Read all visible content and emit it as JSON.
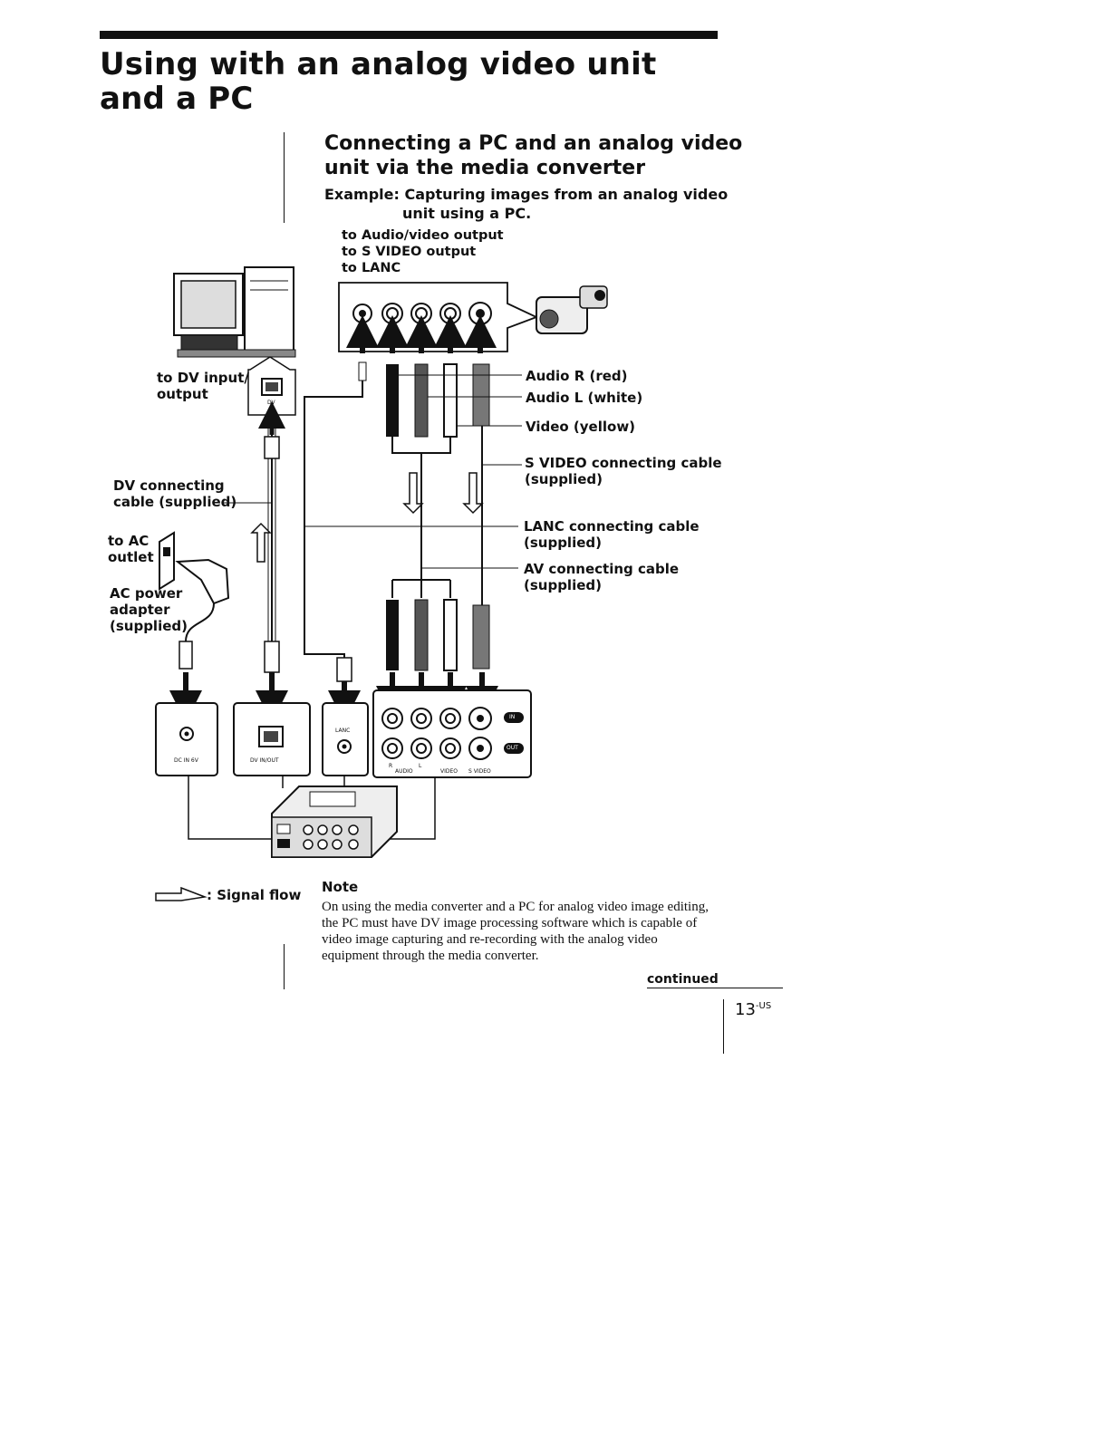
{
  "page": {
    "title_line1": "Using with an analog video unit",
    "title_line2": "and a PC",
    "section_title_line1": "Connecting a PC and an analog video",
    "section_title_line2": "unit via the media converter",
    "example_label": "Example:",
    "example_text_line1": "Capturing images from an analog video",
    "example_text_line2": "unit using a PC."
  },
  "diagram": {
    "to_audio_video": "to Audio/video output",
    "to_s_video": "to S VIDEO output",
    "to_lanc": "to LANC",
    "to_dv_line1": "to DV input/",
    "to_dv_line2": "output",
    "dv_cable_line1": "DV connecting",
    "dv_cable_line2": "cable (supplied)",
    "to_ac_line1": "to AC",
    "to_ac_line2": "outlet",
    "ac_adapter_line1": "AC power",
    "ac_adapter_line2": "adapter",
    "ac_adapter_line3": "(supplied)",
    "audio_r": "Audio R (red)",
    "audio_l": "Audio L (white)",
    "video_yellow": "Video (yellow)",
    "s_video_cable_line1": "S VIDEO connecting cable",
    "s_video_cable_line2": "(supplied)",
    "lanc_cable_line1": "LANC connecting cable",
    "lanc_cable_line2": "(supplied)",
    "av_cable_line1": "AV connecting cable",
    "av_cable_line2": "(supplied)",
    "dv_port_label": "DV",
    "dc_in_label": "DC IN 6V",
    "dv_inout_label": "DV IN/OUT",
    "lanc_port_label": "LANC",
    "in_label": "IN",
    "out_label": "OUT",
    "r_label": "R",
    "l_label": "L",
    "audio_label": "AUDIO",
    "video_label": "VIDEO",
    "svideo_label": "S VIDEO"
  },
  "legend": {
    "signal_flow": ": Signal flow"
  },
  "note": {
    "title": "Note",
    "body": "On using the media converter and a PC for analog video image editing, the PC must have DV image processing software which is capable of video image capturing and re-recording with the analog video equipment through the media converter."
  },
  "footer": {
    "continued": "continued",
    "page_number": "13",
    "page_suffix": "-US"
  }
}
